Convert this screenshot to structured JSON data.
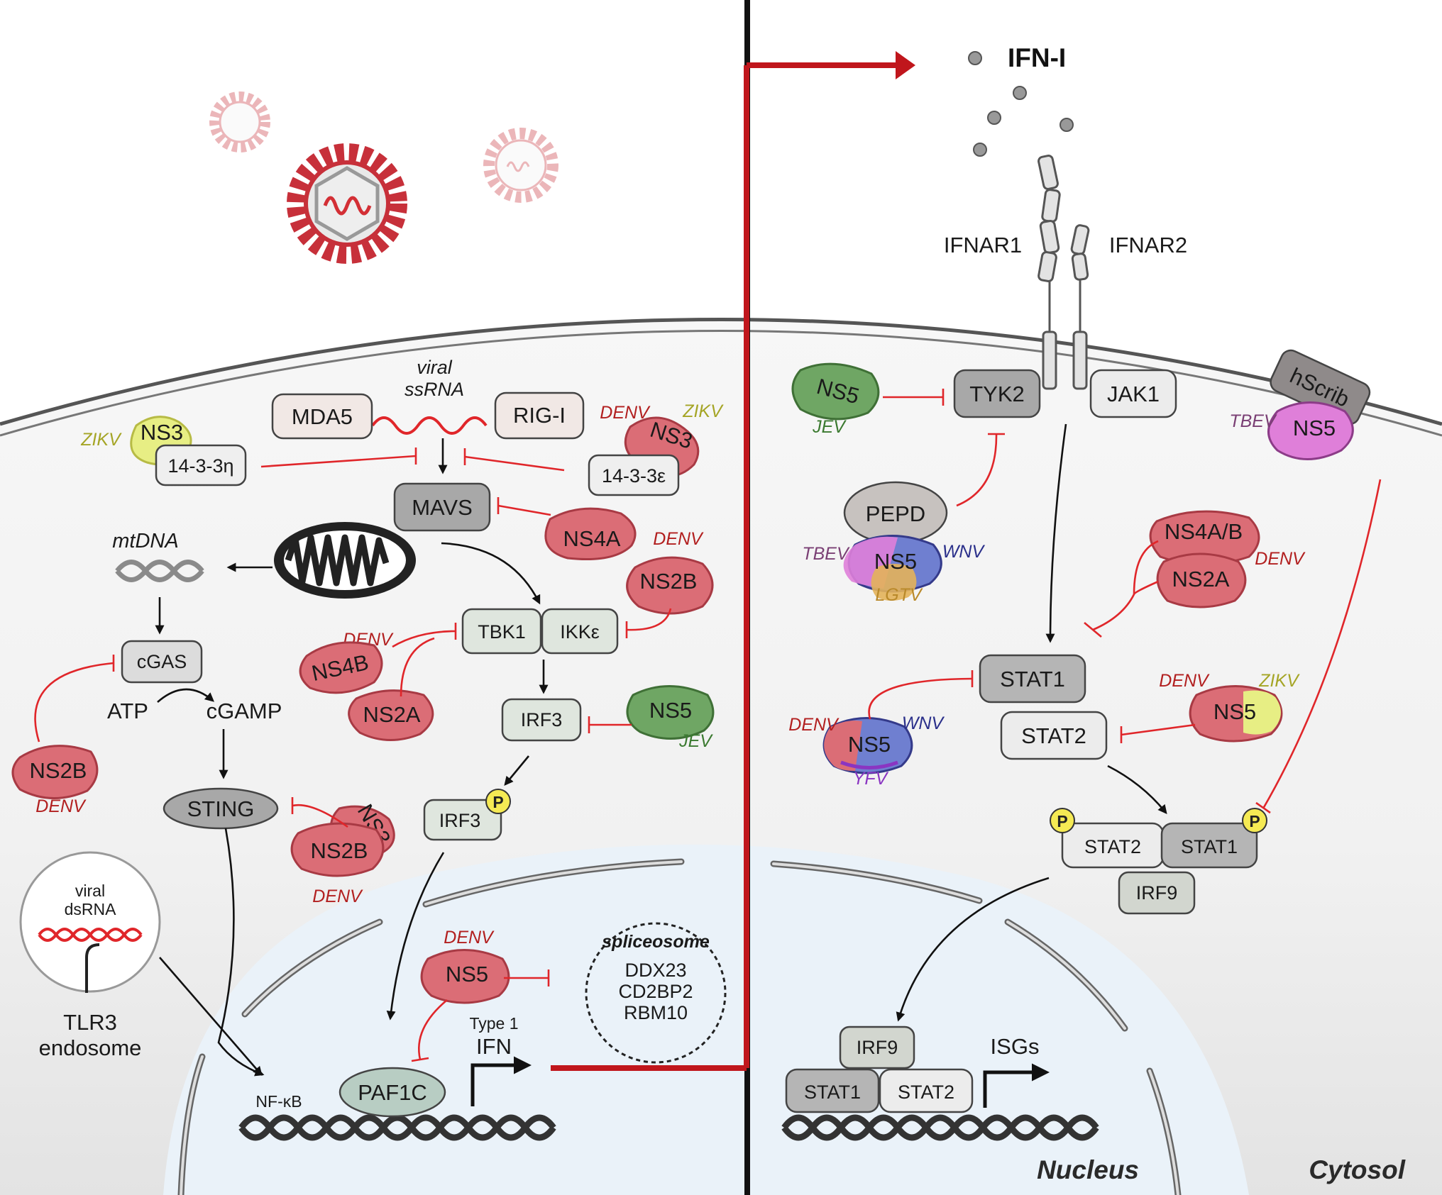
{
  "colors": {
    "red_line": "#c0161c",
    "inhibit": "#e0262a",
    "denv_blob": "#db6d76",
    "zikv_blob": "#e7ee84",
    "jev_blob": "#6fa664",
    "tbev_blob": "#df7fd9",
    "nucleus": "#eaf2f9",
    "cytosol": "#f4f4f4"
  },
  "left": {
    "viral_ssrna": [
      "viral",
      "ssRNA"
    ],
    "mda5": "MDA5",
    "rigi": "RIG-I",
    "ns3": "NS3",
    "zikv": "ZIKV",
    "denv": "DENV",
    "p1433eta": "14-3-3η",
    "p1433eps": "14-3-3ε",
    "mavs": "MAVS",
    "ns4a": "NS4A",
    "mtdna": "mtDNA",
    "ns2b": "NS2B",
    "tbk1": "TBK1",
    "ikke": "IKKε",
    "cgas": "cGAS",
    "atp": "ATP",
    "cgamp": "cGAMP",
    "ns4b": "NS4B",
    "ns2a": "NS2A",
    "irf3": "IRF3",
    "ns5": "NS5",
    "jev": "JEV",
    "sting": "STING",
    "p": "P",
    "viral_dsrna": [
      "viral",
      "dsRNA"
    ],
    "tlr3": "TLR3",
    "endosome": "endosome",
    "spliceosome": "spliceosome",
    "ddx23": "DDX23",
    "cd2bp2": "CD2BP2",
    "rbm10": "RBM10",
    "nfkb": "NF-κB",
    "paf1c": "PAF1C",
    "type1": "Type 1",
    "ifn": "IFN"
  },
  "right": {
    "ifni": "IFN-I",
    "ifnar1": "IFNAR1",
    "ifnar2": "IFNAR2",
    "tyk2": "TYK2",
    "jak1": "JAK1",
    "hscrib": "hScrib",
    "pepd": "PEPD",
    "ns4ab": "NS4A/B",
    "stat1": "STAT1",
    "stat2": "STAT2",
    "irf9": "IRF9",
    "isgs": "ISGs",
    "nucleus": "Nucleus",
    "cytosol": "Cytosol",
    "tbev": "TBEV",
    "wnv": "WNV",
    "lgtv": "LGTV",
    "yfv": "YFV"
  }
}
